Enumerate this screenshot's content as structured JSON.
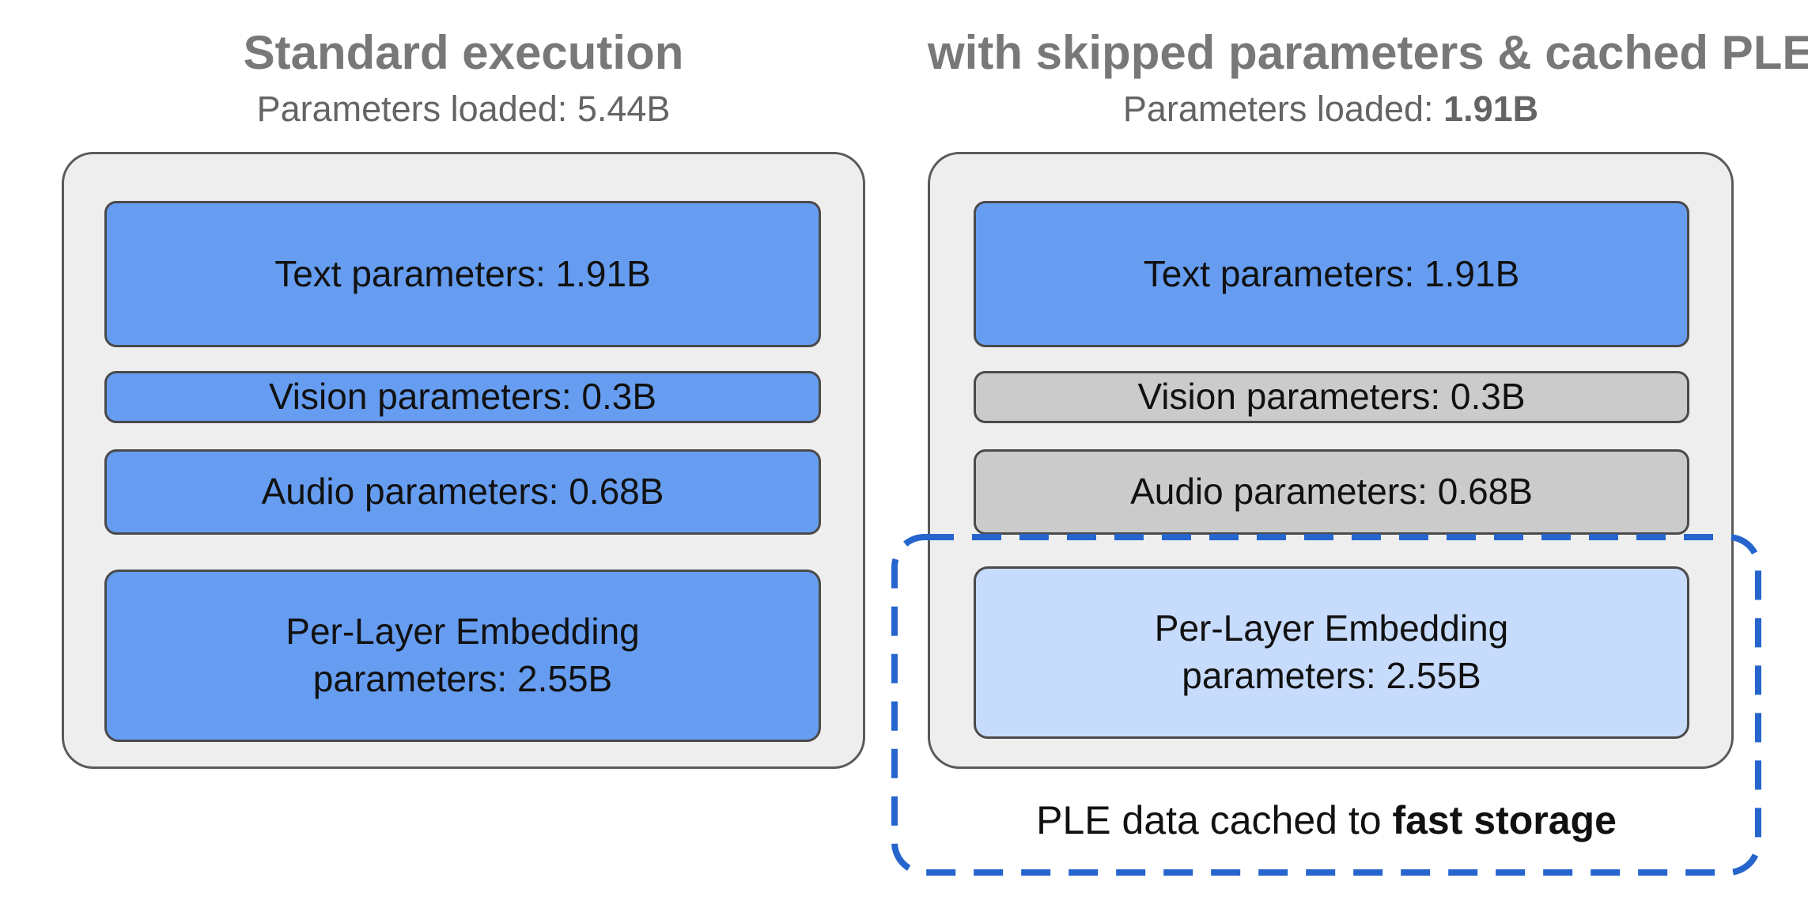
{
  "left_panel": {
    "title": "Standard execution",
    "subtitle": {
      "label": "Parameters loaded:",
      "value": "5.44B"
    },
    "boxes": [
      {
        "id": "text",
        "label": "Text parameters: 1.91B",
        "state": "loaded"
      },
      {
        "id": "vision",
        "label": "Vision parameters: 0.3B",
        "state": "loaded"
      },
      {
        "id": "audio",
        "label": "Audio parameters: 0.68B",
        "state": "loaded"
      },
      {
        "id": "ple",
        "label": "Per-Layer Embedding parameters: 2.55B",
        "state": "loaded"
      }
    ]
  },
  "right_panel": {
    "title": "with skipped parameters & cached PLE",
    "subtitle": {
      "label": "Parameters loaded:",
      "value": "1.91B"
    },
    "boxes": [
      {
        "id": "text",
        "label": "Text parameters: 1.91B",
        "state": "loaded"
      },
      {
        "id": "vision",
        "label": "Vision parameters: 0.3B",
        "state": "skipped"
      },
      {
        "id": "audio",
        "label": "Audio parameters: 0.68B",
        "state": "skipped"
      },
      {
        "id": "ple",
        "label": "Per-Layer Embedding parameters: 2.55B",
        "state": "cached"
      }
    ],
    "caption": {
      "prefix": "PLE data cached to",
      "bold": "fast storage"
    }
  },
  "colors": {
    "box_blue": "#669df1",
    "box_blue_light": "#c7dbfc",
    "box_gray": "#cbcbcb",
    "container_fill": "#eeeeee",
    "container_border": "#5a5a5a",
    "box_border": "#4a4a4a",
    "dash_blue": "#2565cd",
    "title_gray": "#787878",
    "subtitle_gray": "#646464",
    "text_black": "#111111"
  }
}
